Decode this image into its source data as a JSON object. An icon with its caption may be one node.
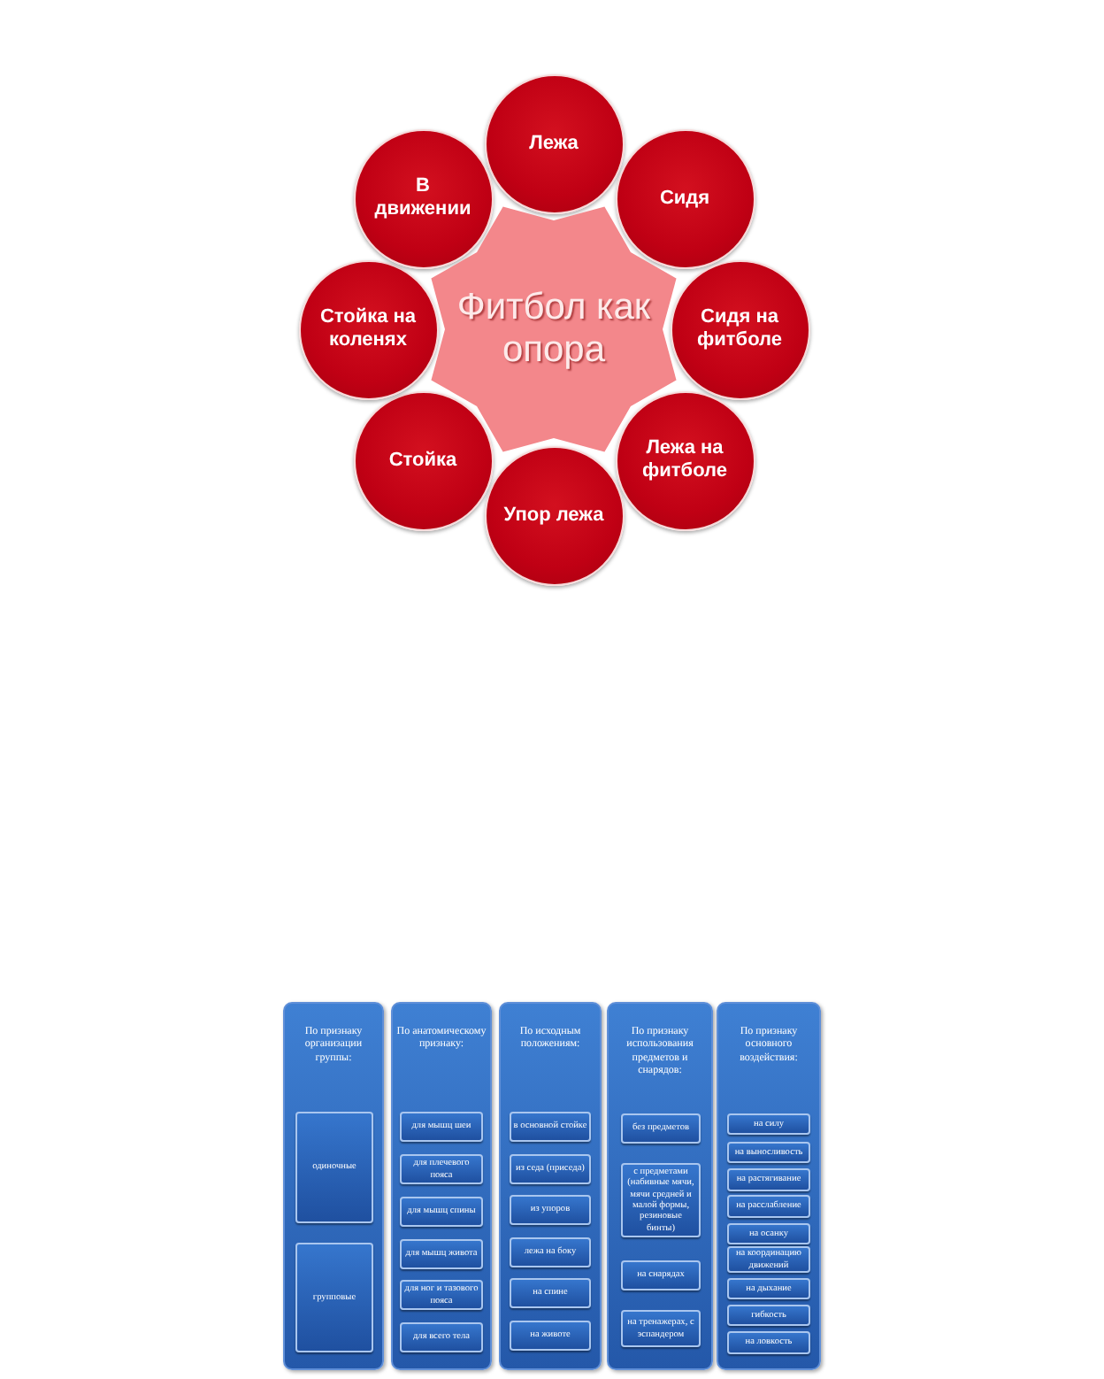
{
  "diagram": {
    "nodes": [
      {
        "text": [
          "Фитбол как опора"
        ]
      },
      {
        "text": [
          "Лежа"
        ]
      },
      {
        "text": [
          "Сидя"
        ]
      },
      {
        "text": [
          "Сидя на фитболе"
        ]
      },
      {
        "text": [
          "Лежа на фитболе"
        ]
      },
      {
        "text": [
          "Упор лежа"
        ]
      },
      {
        "text": [
          "Стойка"
        ]
      },
      {
        "text": [
          "Стойка на коленях"
        ]
      },
      {
        "text": [
          "В движении"
        ]
      },
      {
        "text": [
          "По признаку организации группы:"
        ]
      },
      {
        "text": [
          "одиночные"
        ],
        "in": 9
      },
      {
        "text": [
          "групповые"
        ],
        "in": 9
      },
      {
        "text": [
          "По анатомическому признаку:"
        ]
      },
      {
        "text": [
          "для мышц шеи"
        ],
        "in": 12
      },
      {
        "text": [
          "для плечевого пояса"
        ],
        "in": 12
      },
      {
        "text": [
          "для мышц спины"
        ],
        "in": 12
      },
      {
        "text": [
          "для мышц живота"
        ],
        "in": 12
      },
      {
        "text": [
          "для ног и тазового пояса"
        ],
        "in": 12
      },
      {
        "text": [
          "для всего тела"
        ],
        "in": 12
      },
      {
        "text": [
          "По исходным положениям:"
        ]
      },
      {
        "text": [
          "в основной стойке"
        ],
        "in": 19
      },
      {
        "text": [
          "из седа (приседа)"
        ],
        "in": 19
      },
      {
        "text": [
          "из упоров"
        ],
        "in": 19
      },
      {
        "text": [
          "лежа на боку"
        ],
        "in": 19
      },
      {
        "text": [
          "на спине"
        ],
        "in": 19
      },
      {
        "text": [
          "на животе"
        ],
        "in": 19
      },
      {
        "text": [
          "По признаку использования предметов и снарядов:"
        ]
      },
      {
        "text": [
          "без предметов"
        ],
        "in": 26
      },
      {
        "text": [
          "с предметами (набивные мячи, мячи средней и малой формы, резиновые бинты)"
        ],
        "in": 26
      },
      {
        "text": [
          "на снарядах"
        ],
        "in": 26
      },
      {
        "text": [
          "на тренажерах, с эспандером"
        ],
        "in": 26
      },
      {
        "text": [
          "По признаку основного воздействия:"
        ]
      },
      {
        "text": [
          "на силу"
        ],
        "in": 31
      },
      {
        "text": [
          "на выносливость"
        ],
        "in": 31
      },
      {
        "text": [
          "на растягивание"
        ],
        "in": 31
      },
      {
        "text": [
          "на расслабление"
        ],
        "in": 31
      },
      {
        "text": [
          "на осанку"
        ],
        "in": 31
      },
      {
        "text": [
          "на координацию движений"
        ],
        "in": 31
      },
      {
        "text": [
          "на дыхание"
        ],
        "in": 31
      },
      {
        "text": [
          "гибкость"
        ],
        "in": 31
      },
      {
        "text": [
          "на ловкость"
        ],
        "in": 31
      }
    ]
  }
}
